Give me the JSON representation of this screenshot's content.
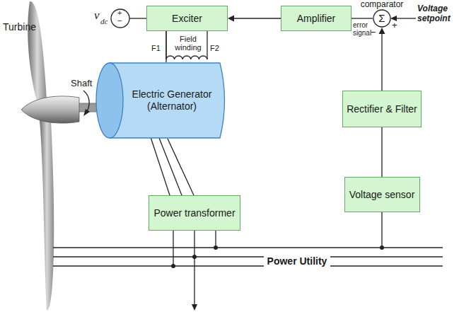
{
  "diagram": {
    "nodes": [
      {
        "text": [
          "Exciter"
        ]
      },
      {
        "text": [
          "Amplifier"
        ]
      },
      {
        "text": [
          "comparator",
          "Σ"
        ]
      },
      {
        "text": [
          "Electric Generator (Alternator)"
        ]
      },
      {
        "text": [
          "Power transformer"
        ]
      },
      {
        "text": [
          "Rectifier & Filter"
        ]
      },
      {
        "text": [
          "Voltage sensor"
        ]
      }
    ],
    "edges": [
      {
        "from": 1,
        "to": 0,
        "arrow": "to"
      },
      {
        "from": 2,
        "to": 1,
        "label": "error signal",
        "arrow": "none"
      },
      {
        "from": 5,
        "to": 2,
        "arrow": "to"
      },
      {
        "from": 6,
        "to": 5,
        "arrow": "none"
      },
      {
        "from": 0,
        "to": 3,
        "arrow": "none"
      },
      {
        "from": 3,
        "to": 4,
        "arrow": "none"
      }
    ],
    "labels": [
      "Turbine",
      "Shaft",
      "v",
      "dc",
      "+",
      "−",
      "Field winding",
      "F1",
      "F2",
      "+",
      "−",
      "Voltage setpoint",
      "Power Utility"
    ]
  }
}
